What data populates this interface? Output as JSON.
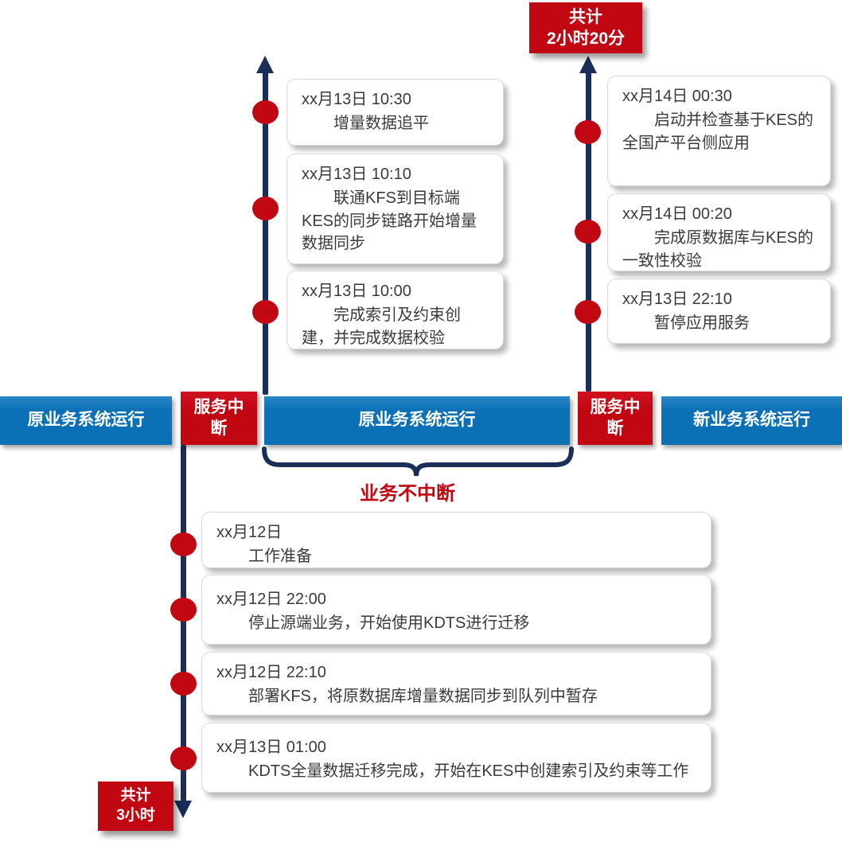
{
  "colors": {
    "blue": "#0b70b6",
    "red": "#c00712",
    "navy": "#1b2e59",
    "card_text": "#3a3a3a"
  },
  "top_badge": {
    "line1": "共计",
    "line2": "2小时20分"
  },
  "bottom_badge": {
    "line1": "共计",
    "line2": "3小时"
  },
  "upper_left_events": [
    {
      "date": "xx月13日 10:30",
      "desc": "增量数据追平"
    },
    {
      "date": "xx月13日 10:10",
      "desc": "联通KFS到目标端KES的同步链路开始增量数据同步"
    },
    {
      "date": "xx月13日 10:00",
      "desc": "完成索引及约束创建，并完成数据校验"
    }
  ],
  "upper_right_events": [
    {
      "date": "xx月14日 00:30",
      "desc": "启动并检查基于KES的全国产平台侧应用"
    },
    {
      "date": "xx月14日 00:20",
      "desc": "完成原数据库与KES的一致性校验"
    },
    {
      "date": "xx月13日 22:10",
      "desc": "暂停应用服务"
    }
  ],
  "bottom_events": [
    {
      "date": "xx月12日",
      "desc": "工作准备"
    },
    {
      "date": "xx月12日 22:00",
      "desc": "停止源端业务，开始使用KDTS进行迁移"
    },
    {
      "date": "xx月12日 22:10",
      "desc": "部署KFS，将原数据库增量数据同步到队列中暂存"
    },
    {
      "date": "xx月13日 01:00",
      "desc": "KDTS全量数据迁移完成，开始在KES中创建索引及约束等工作"
    }
  ],
  "bar": {
    "segments": [
      {
        "label": "原业务系统运行",
        "type": "blue"
      },
      {
        "label": "服务中断",
        "type": "red"
      },
      {
        "label": "原业务系统运行",
        "type": "blue"
      },
      {
        "label": "服务中断",
        "type": "red"
      },
      {
        "label": "新业务系统运行",
        "type": "blue"
      }
    ]
  },
  "annotation": {
    "no_interruption": "业务不中断"
  }
}
